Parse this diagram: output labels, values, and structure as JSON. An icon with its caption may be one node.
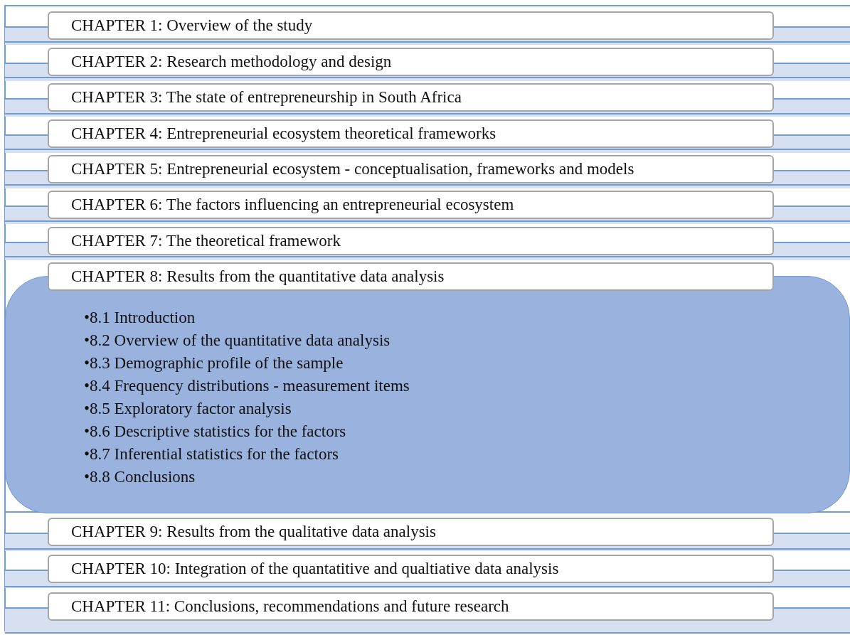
{
  "diagram": {
    "nodes": [
      {
        "text": [
          "CHAPTER 1: Overview of the study"
        ]
      },
      {
        "text": [
          "CHAPTER 2: Research methodology and design"
        ]
      },
      {
        "text": [
          "CHAPTER 3: The state of entrepreneurship in South Africa"
        ]
      },
      {
        "text": [
          "CHAPTER 4: Entrepreneurial ecosystem theoretical frameworks"
        ]
      },
      {
        "text": [
          "CHAPTER 5: Entrepreneurial ecosystem - conceptualisation, frameworks and models"
        ]
      },
      {
        "text": [
          "CHAPTER 6: The factors influencing an entrepreneurial ecosystem"
        ]
      },
      {
        "text": [
          "CHAPTER 7: The theoretical framework"
        ]
      },
      {
        "text": [
          "CHAPTER 8: Results from the quantitative data analysis"
        ]
      },
      {
        "text": [
          "•8.1 Introduction",
          "•8.2 Overview of the quantitative data analysis",
          "•8.3 Demographic profile of the sample",
          "•8.4 Frequency distributions - measurement items",
          "•8.5 Exploratory factor analysis",
          "•8.6 Descriptive statistics for the factors",
          "•8.7 Inferential statistics for the factors",
          "•8.8 Conclusions"
        ]
      },
      {
        "text": [
          "CHAPTER 9: Results from the qualitative data analysis"
        ]
      },
      {
        "text": [
          "CHAPTER 10: Integration of the quantatitive and qualtiative data analysis"
        ]
      },
      {
        "text": [
          "CHAPTER 11: Conclusions, recommendations and future research"
        ]
      }
    ],
    "edges": []
  }
}
